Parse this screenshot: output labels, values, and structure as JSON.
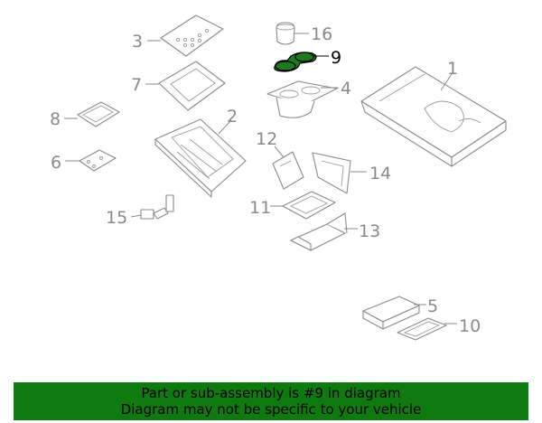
{
  "callouts": {
    "c1": "1",
    "c2": "2",
    "c3": "3",
    "c4": "4",
    "c5": "5",
    "c6": "6",
    "c7": "7",
    "c8": "8",
    "c9": "9",
    "c10": "10",
    "c11": "11",
    "c12": "12",
    "c13": "13",
    "c14": "14",
    "c15": "15",
    "c16": "16"
  },
  "highlight": {
    "part": "9",
    "color": "#1f7a1f"
  },
  "banner": {
    "line1": "Part or sub-assembly is #9 in diagram",
    "line2": "Diagram may not be specific to your vehicle",
    "background": "#0f7a0f"
  }
}
